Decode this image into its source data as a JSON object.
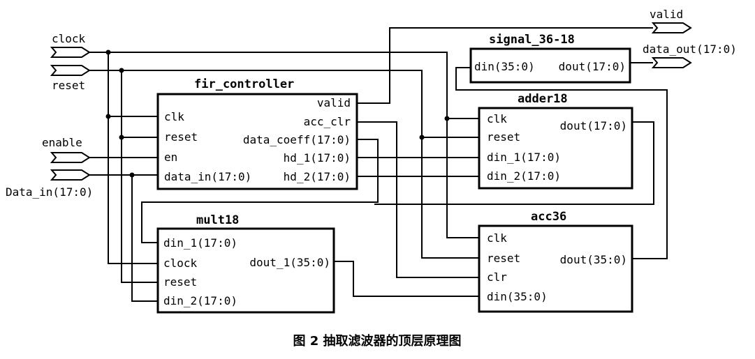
{
  "caption": "图 2  抽取滤波器的顶层原理图",
  "ports": {
    "clock": "clock",
    "reset": "reset",
    "enable": "enable",
    "data_in": "Data_in(17:0)",
    "valid": "valid",
    "data_out": "data_out(17:0)"
  },
  "blocks": {
    "fir_controller": {
      "title": "fir_controller",
      "in": [
        "clk",
        "reset",
        "en",
        "data_in(17:0)"
      ],
      "out": [
        "valid",
        "acc_clr",
        "data_coeff(17:0)",
        "hd_1(17:0)",
        "hd_2(17:0)"
      ]
    },
    "signal_36_18": {
      "title": "signal_36-18",
      "in": [
        "din(35:0)"
      ],
      "out": [
        "dout(17:0)"
      ]
    },
    "adder18": {
      "title": "adder18",
      "in": [
        "clk",
        "reset",
        "din_1(17:0)",
        "din_2(17:0)"
      ],
      "out": [
        "dout(17:0)"
      ]
    },
    "mult18": {
      "title": "mult18",
      "in": [
        "din_1(17:0)",
        "clock",
        "reset",
        "din_2(17:0)"
      ],
      "out": [
        "dout_1(35:0)"
      ]
    },
    "acc36": {
      "title": "acc36",
      "in": [
        "clk",
        "reset",
        "clr",
        "din(35:0)"
      ],
      "out": [
        "dout(35:0)"
      ]
    }
  }
}
